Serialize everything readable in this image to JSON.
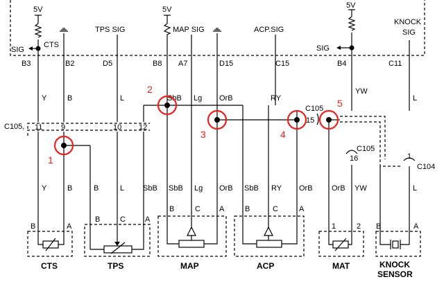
{
  "ecu_labels": {
    "v5_left": "5V",
    "cts": "CTS",
    "sig_left": "SIG",
    "tps_sig": "TPS SIG",
    "v5_mid": "5V",
    "map_sig": "MAP SIG",
    "acp_sig": "ACP.SIG",
    "v5_right": "5V",
    "sig_right": "SIG",
    "knock_sig_1": "KNOCK",
    "knock_sig_2": "SIG"
  },
  "pins": {
    "b3": "B3",
    "b2": "B2",
    "d5": "D5",
    "b8": "B8",
    "a7": "A7",
    "d15": "D15",
    "c15": "C15",
    "b4": "B4",
    "c11": "C11"
  },
  "upper_wire_colors": {
    "cts_y": "Y",
    "cts_b": "B",
    "tps_l": "L",
    "sbb": "SbB",
    "lg": "Lg",
    "orb": "OrB",
    "ry": "RY",
    "yw": "YW",
    "knock_l": "L"
  },
  "connectors": {
    "c105_left": "C105,",
    "c105_mid": "C105",
    "c105_right": "C105",
    "c104": "C104",
    "p11": "11",
    "p9": "9",
    "p10": "10",
    "p12": "12",
    "p15": "15",
    "p16": "16",
    "p1": "1"
  },
  "lower_wire_colors": {
    "cts_y": "Y",
    "cts_b": "B",
    "tps_b": "B",
    "tps_l": "L",
    "tps_sbb": "SbB",
    "map_sbb": "SbB",
    "map_lg": "Lg",
    "map_orb": "OrB",
    "acp_sbb": "SbB",
    "acp_ry": "RY",
    "acp_orb": "OrB",
    "mat_orb": "OrB",
    "mat_yw": "YW",
    "knock_l": "L"
  },
  "terminals": {
    "cts_b": "B",
    "cts_a": "A",
    "tps_b": "B",
    "tps_c": "C",
    "tps_a": "A",
    "map_b": "B",
    "map_c": "C",
    "map_a": "A",
    "acp_b": "B",
    "acp_c": "C",
    "acp_a": "A",
    "mat_1": "1",
    "mat_2": "2",
    "knock_b": "B",
    "knock_a": "A"
  },
  "components": {
    "cts": "CTS",
    "tps": "TPS",
    "map": "MAP",
    "acp": "ACP",
    "mat": "MAT",
    "knock_1": "KNOCK",
    "knock_2": "SENSOR"
  },
  "markers": {
    "m1": "1",
    "m2": "2",
    "m3": "3",
    "m4": "4",
    "m5": "5"
  },
  "colors": {
    "wire": "#000000",
    "marker": "#e8231e",
    "background": "#ffffff"
  }
}
